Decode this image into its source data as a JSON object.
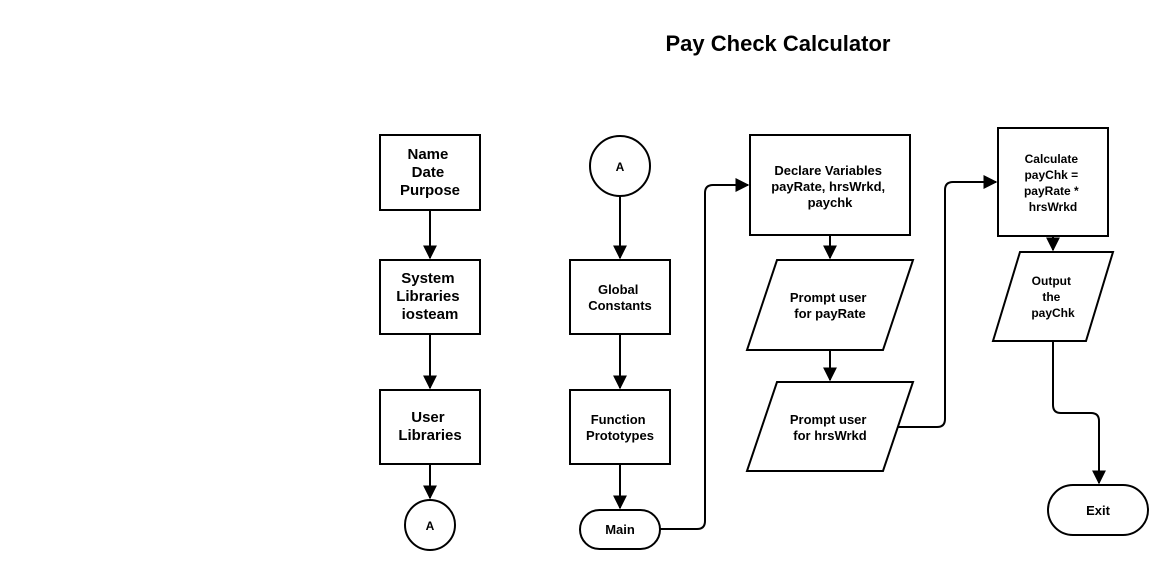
{
  "title": "Pay Check Calculator",
  "nodes": {
    "header": [
      "Name",
      "Date",
      "Purpose"
    ],
    "system_libraries": [
      "System",
      "Libraries",
      "iosteam"
    ],
    "user_libraries": [
      "User",
      "Libraries"
    ],
    "connector_out": "A",
    "connector_in": "A",
    "global_constants": [
      "Global",
      "Constants"
    ],
    "function_prototypes": [
      "Function",
      "Prototypes"
    ],
    "main": "Main",
    "declare_variables": [
      "Declare Variables",
      "payRate, hrsWrkd,",
      "paychk"
    ],
    "prompt_payrate": [
      "Prompt user",
      "for payRate"
    ],
    "prompt_hrswrkd": [
      "Prompt user",
      "for hrsWrkd"
    ],
    "calculate": [
      "Calculate",
      "payChk =",
      "payRate *",
      "hrsWrkd"
    ],
    "output": [
      "Output",
      "the",
      "payChk"
    ],
    "exit": "Exit"
  }
}
